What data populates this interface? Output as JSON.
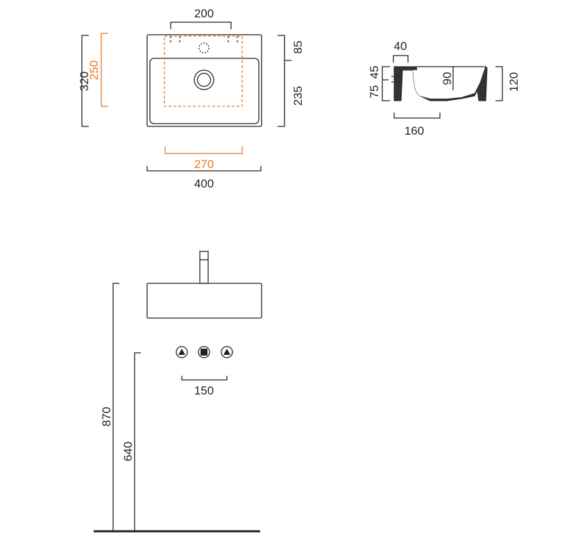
{
  "colors": {
    "line": "#231f20",
    "accent": "#e87722"
  },
  "top_view": {
    "dim_tap_spacing": "200",
    "dim_depth": "320",
    "dim_bracket_height": "250",
    "dim_rear": "85",
    "dim_front": "235",
    "dim_bracket_width": "270",
    "dim_width": "400"
  },
  "side_view": {
    "dim_rim": "40",
    "dim_upper": "45",
    "dim_lower": "75",
    "dim_bowl_depth": "90",
    "dim_height": "120",
    "dim_base": "160"
  },
  "front_view": {
    "dim_rim_height": "870",
    "dim_outlet_height": "640",
    "dim_outlet_spacing": "150",
    "icons": [
      "hot-water-icon",
      "waste-outlet-icon",
      "cold-water-icon"
    ]
  }
}
